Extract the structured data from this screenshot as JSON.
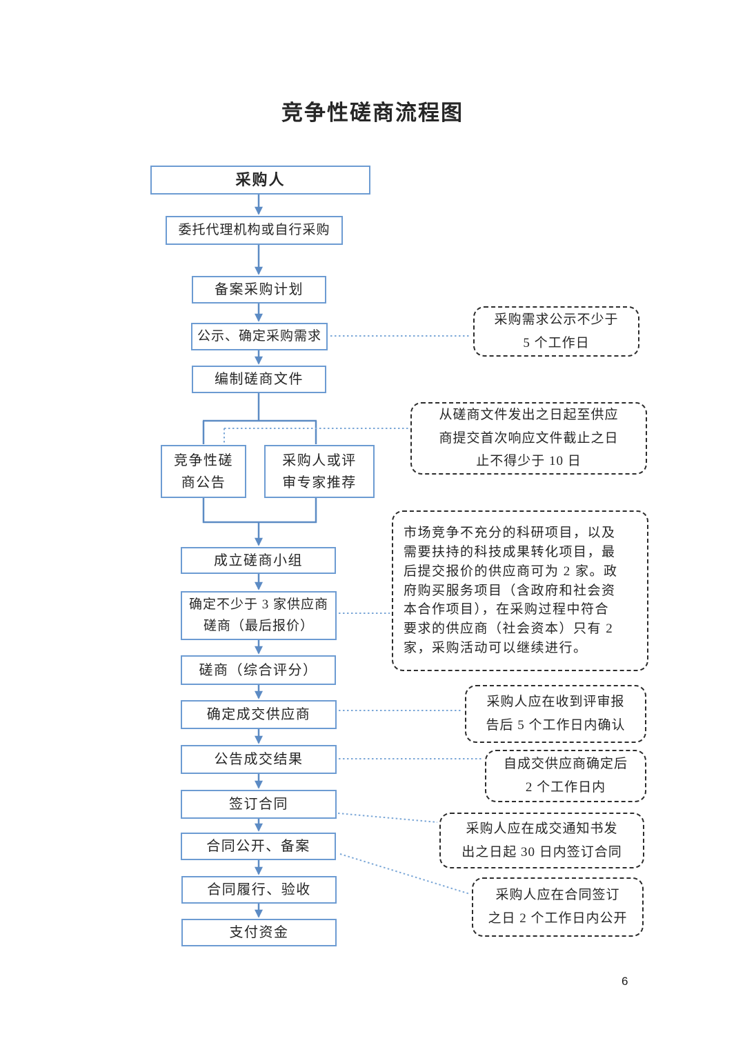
{
  "page": {
    "title": "竞争性磋商流程图",
    "page_number": "6"
  },
  "flow": {
    "nodes": {
      "purchaser": "采购人",
      "entrust": "委托代理机构或自行采购",
      "record_plan": "备案采购计划",
      "confirm_demand": "公示、确定采购需求",
      "prepare_docs": "编制磋商文件",
      "announcement": "竞争性磋\n商公告",
      "recommend": "采购人或评\n审专家推荐",
      "form_team": "成立磋商小组",
      "select_suppliers": "确定不少于 3 家供应商\n磋商（最后报价）",
      "negotiate": "磋商（综合评分）",
      "confirm_supplier": "确定成交供应商",
      "announce_result": "公告成交结果",
      "sign_contract": "签订合同",
      "contract_public": "合同公开、备案",
      "contract_perform": "合同履行、验收",
      "pay_funds": "支付资金"
    },
    "annotations": {
      "a1": "采购需求公示不少于\n5 个工作日",
      "a2": "从磋商文件发出之日起至供应\n商提交首次响应文件截止之日\n止不得少于 10 日",
      "a3": "市场竞争不充分的科研项目，以及\n需要扶持的科技成果转化项目，最\n后提交报价的供应商可为 2 家。政\n府购买服务项目（含政府和社会资\n本合作项目），在采购过程中符合\n要求的供应商（社会资本）只有 2\n家，采购活动可以继续进行。",
      "a4": "采购人应在收到评审报\n告后 5 个工作日内确认",
      "a5": "自成交供应商确定后\n2 个工作日内",
      "a6": "采购人应在成交通知书发\n出之日起 30 日内签订合同",
      "a7": "采购人应在合同签订\n之日 2 个工作日内公开"
    }
  },
  "colors": {
    "box_border": "#6C9BD2",
    "arrow_color": "#5C8BC4",
    "dotted_color": "#7BA7D7",
    "note_border": "#2B2B2B",
    "text_color": "#262626",
    "page_bg": "#FFFFFF"
  }
}
